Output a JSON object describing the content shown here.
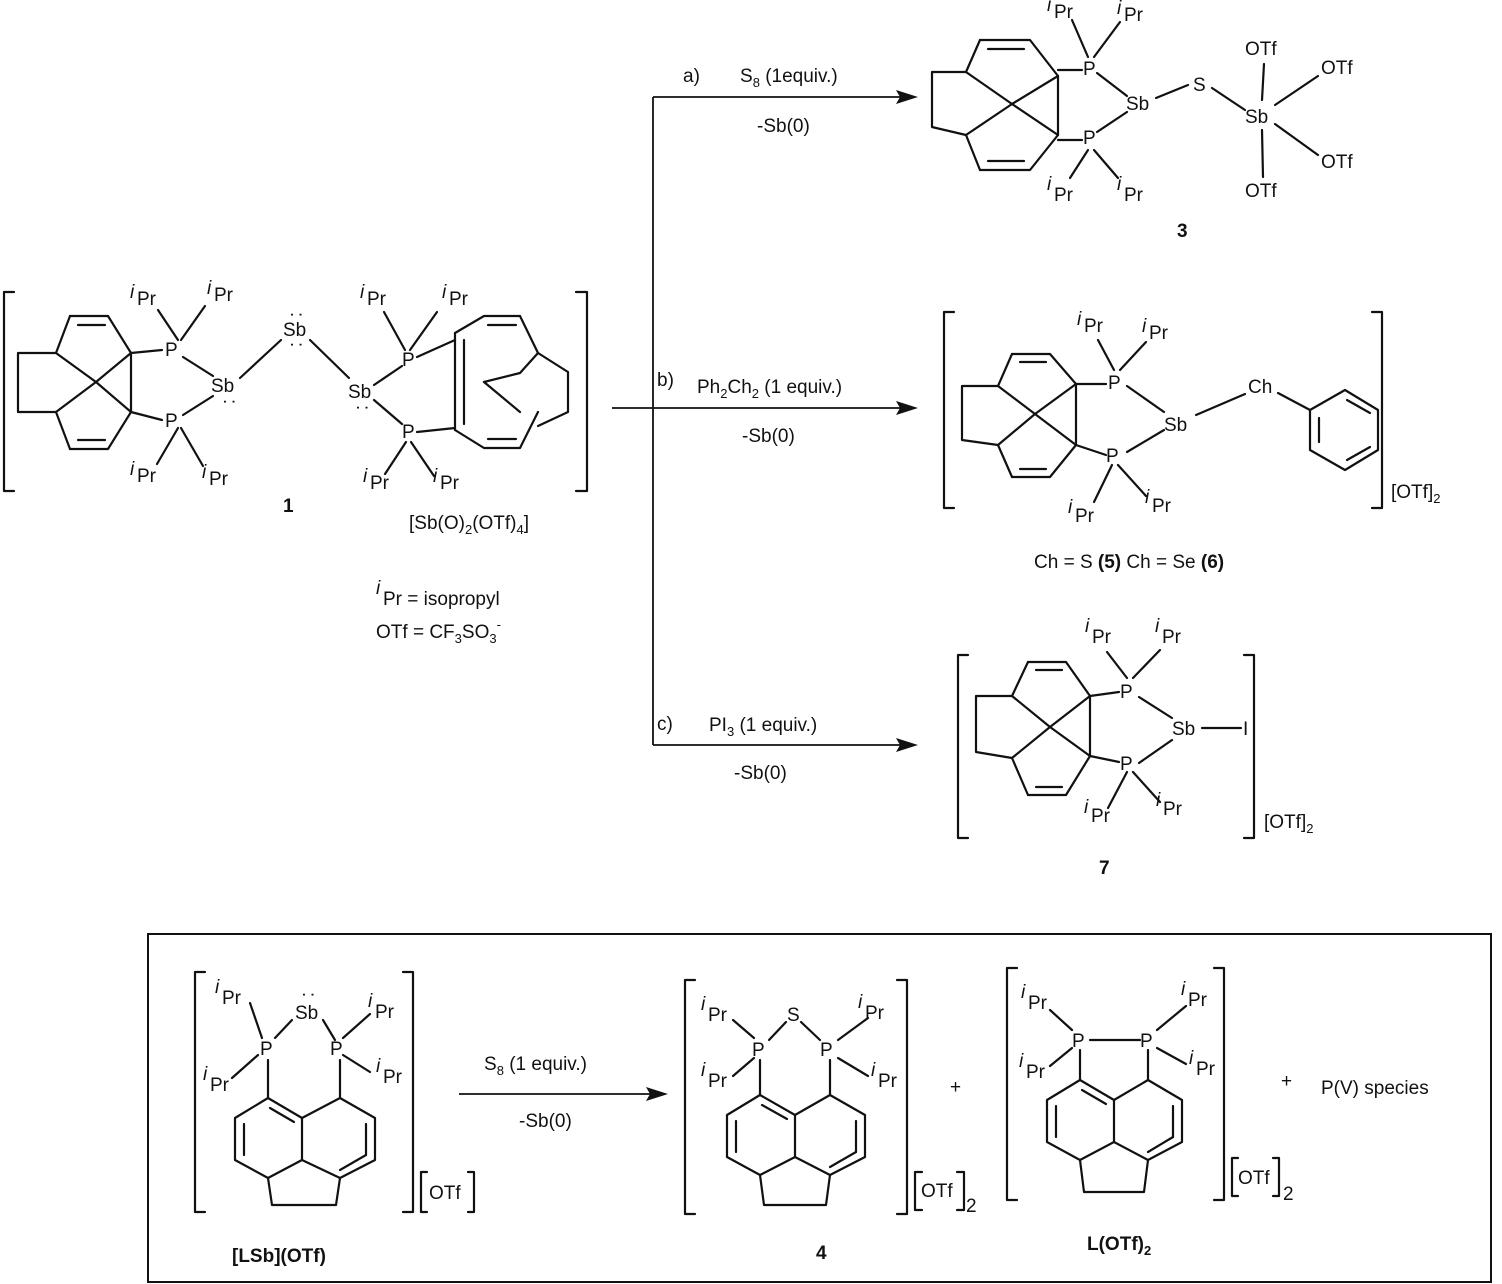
{
  "reaction_a": {
    "label": "a)",
    "reagent": "S",
    "reagent_sub": "8",
    "reagent_rest": " (1equiv.)",
    "byproduct": "-Sb(0)"
  },
  "reaction_b": {
    "label": "b)",
    "reagent_parts": [
      "Ph",
      "2",
      "Ch",
      "2",
      " (1 equiv.)"
    ],
    "byproduct": "-Sb(0)"
  },
  "reaction_c": {
    "label": "c)",
    "reagent": "PI",
    "reagent_sub": "3",
    "reagent_rest": " (1 equiv.)",
    "byproduct": "-Sb(0)"
  },
  "inset_reaction": {
    "reagent": "S",
    "reagent_sub": "8",
    "reagent_rest": " (1 equiv.)",
    "byproduct": "-Sb(0)"
  },
  "compound_1": {
    "label": "1",
    "counterion_parts": [
      "[Sb(O)",
      "2",
      "(OTf)",
      "4",
      "]"
    ]
  },
  "compound_3": {
    "label": "3"
  },
  "compound_56": {
    "counterion": "[OTf]",
    "counterion_sub": "2",
    "caption_parts": [
      "Ch = S ",
      "(5)",
      " Ch = Se ",
      "(6)"
    ]
  },
  "compound_7": {
    "label": "7",
    "counterion": "[OTf]",
    "counterion_sub": "2"
  },
  "compound_LSb": {
    "label": "[LSb](OTf)",
    "counterion": "OTf"
  },
  "compound_4": {
    "label": "4",
    "counterion": "OTf",
    "counterion_sub": "2"
  },
  "compound_LOTf2": {
    "label": "L(OTf)",
    "label_sub": "2",
    "counterion": "OTf",
    "counterion_sub": "2"
  },
  "legend": {
    "ipr_sup": "i",
    "ipr_text": "Pr = isopropyl",
    "otf_parts": [
      "OTf = CF",
      "3",
      "SO",
      "3",
      "-"
    ]
  },
  "inset_extra": {
    "plus": "+",
    "pv_species": "P(V) species"
  },
  "atoms": {
    "P": "P",
    "Sb": "Sb",
    "S": "S",
    "Ch": "Ch",
    "I": "I",
    "OTf": "OTf",
    "iPr_sup": "i",
    "iPr": "Pr",
    "lone_pair": ":"
  }
}
